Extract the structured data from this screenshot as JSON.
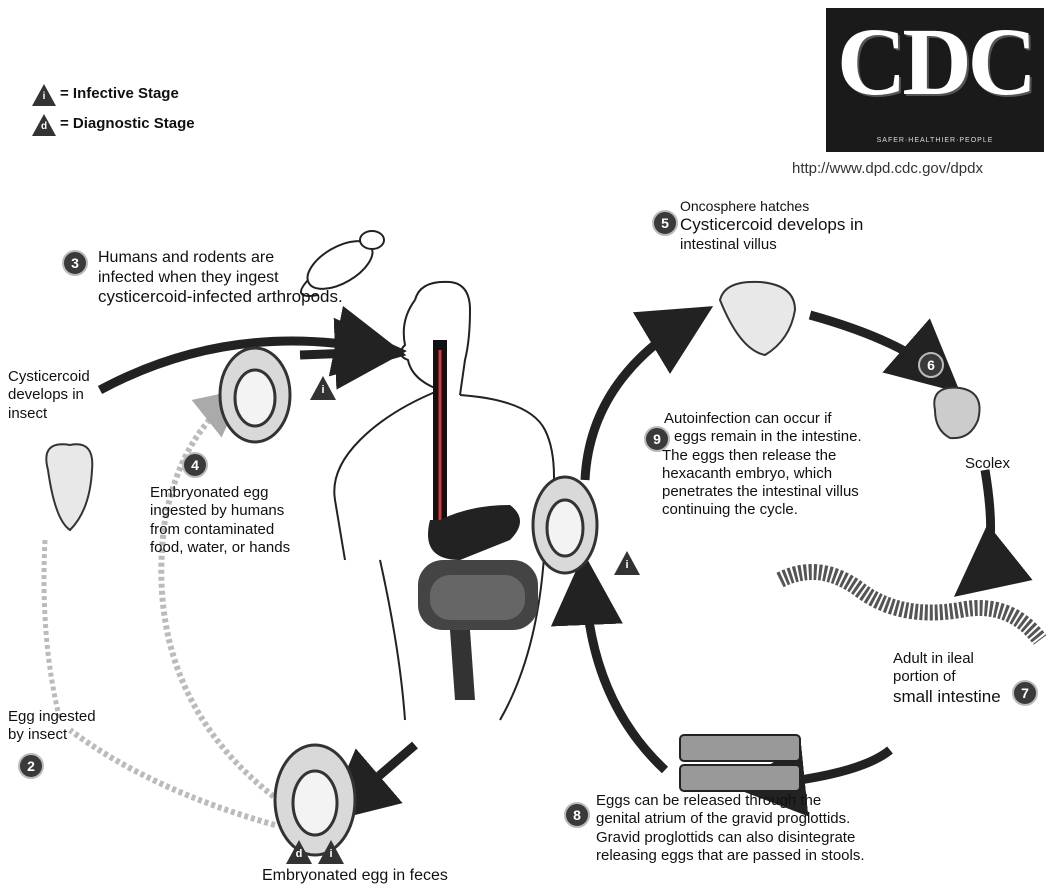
{
  "legend": {
    "infective_symbol": "i",
    "infective_label": "= Infective Stage",
    "diagnostic_symbol": "d",
    "diagnostic_label": "= Diagnostic Stage"
  },
  "logo": {
    "text": "CDC",
    "tagline": "SAFER·HEALTHIER·PEOPLE"
  },
  "source_url": "http://www.dpd.cdc.gov/dpdx",
  "steps": {
    "s2": {
      "number": "2",
      "lines": [
        "Egg ingested",
        "by insect"
      ]
    },
    "s3": {
      "number": "3",
      "lines": [
        "Humans and rodents are",
        "infected when they ingest",
        "cysticercoid-infected arthropods."
      ]
    },
    "s4": {
      "number": "4",
      "lines": [
        "Embryonated egg",
        "ingested by humans",
        "from contaminated",
        "food, water, or hands"
      ]
    },
    "s5": {
      "number": "5",
      "line1": "Oncosphere hatches",
      "line2": "Cysticercoid develops in",
      "line3": "intestinal villus"
    },
    "s6": {
      "number": "6",
      "label": "Scolex"
    },
    "s7": {
      "number": "7",
      "lines": [
        "Adult in ileal",
        "portion of"
      ],
      "line3": "small intestine"
    },
    "s8": {
      "number": "8",
      "lines": [
        "Eggs can be released through the",
        "genital atrium of the gravid proglottids.",
        "Gravid proglottids can also disintegrate",
        "releasing eggs that are passed in stools."
      ]
    },
    "s9": {
      "number": "9",
      "lines": [
        "Autoinfection can occur if",
        "eggs remain in the intestine.",
        "The eggs then release the",
        "hexacanth embryo, which",
        "penetrates the intestinal villus",
        "continuing the cycle."
      ]
    }
  },
  "cysticercoid_insect": [
    "Cysticercoid",
    "develops in",
    "insect"
  ],
  "egg_in_feces": "Embryonated egg in feces",
  "stage_markers": {
    "infective": "i",
    "diagnostic": "d"
  }
}
